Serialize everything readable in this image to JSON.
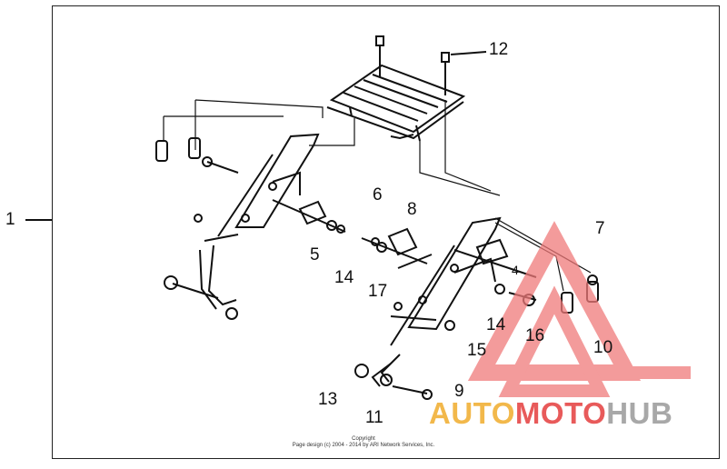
{
  "diagram": {
    "callouts": {
      "p1": "1",
      "p4": "4",
      "p5": "5",
      "p6": "6",
      "p7": "7",
      "p8": "8",
      "p9": "9",
      "p10": "10",
      "p11": "11",
      "p12": "12",
      "p13": "13",
      "p14a": "14",
      "p14b": "14",
      "p15": "15",
      "p16": "16",
      "p17": "17"
    },
    "copyright_line1": "Copyright",
    "copyright_line2": "Page design (c) 2004 - 2014 by ARI Network Services, Inc."
  },
  "watermark": {
    "part1": "AUTO",
    "part2": "MOTO",
    "part3": "HUB",
    "colors": {
      "auto": "#f2b84b",
      "moto": "#e85a5a",
      "hub": "#a8a8a8",
      "triangle": "#f07a7a"
    }
  }
}
